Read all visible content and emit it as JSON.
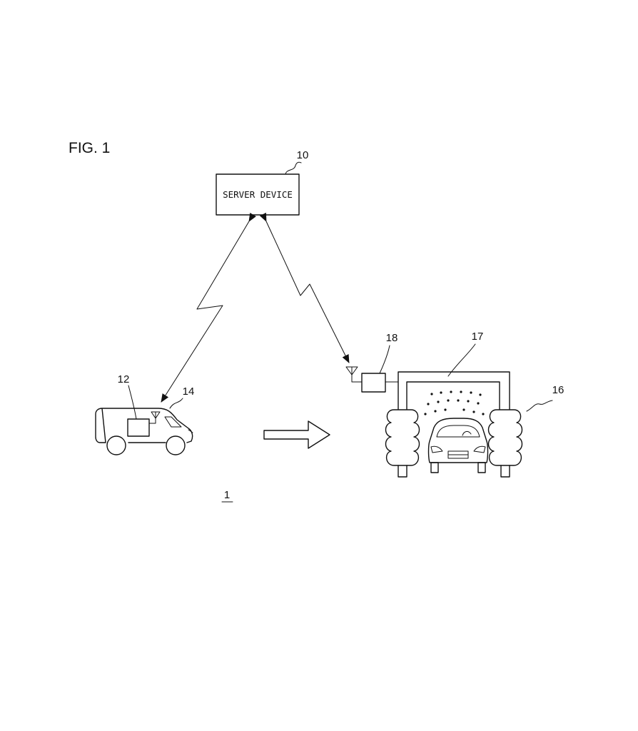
{
  "figure": {
    "title": "FIG. 1",
    "system_ref": "1"
  },
  "server": {
    "label": "SERVER DEVICE",
    "ref": "10"
  },
  "vehicle": {
    "ref": "14",
    "onboard_unit_ref": "12"
  },
  "car_wash": {
    "ref": "16",
    "gantry_ref": "17",
    "communication_unit_ref": "18"
  }
}
